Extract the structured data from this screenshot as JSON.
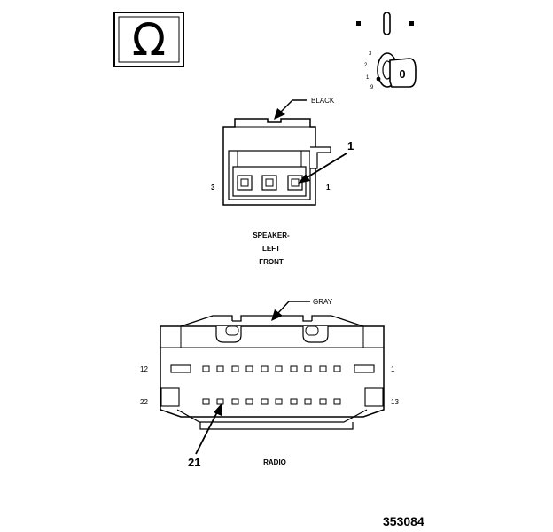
{
  "ohm_symbol": "Ω",
  "key_switch": {
    "positions": [
      "3",
      "2",
      "1",
      "9"
    ],
    "key_mark": "0"
  },
  "speaker_connector": {
    "color_label": "BLACK",
    "callout": "1",
    "pin_left": "3",
    "pin_right": "1",
    "name_line1": "SPEAKER-",
    "name_line2": "LEFT",
    "name_line3": "FRONT"
  },
  "radio_connector": {
    "color_label": "GRAY",
    "callout": "21",
    "pin_top_left": "12",
    "pin_top_right": "1",
    "pin_bottom_left": "22",
    "pin_bottom_right": "13",
    "name": "RADIO"
  },
  "figure_number": "353084"
}
